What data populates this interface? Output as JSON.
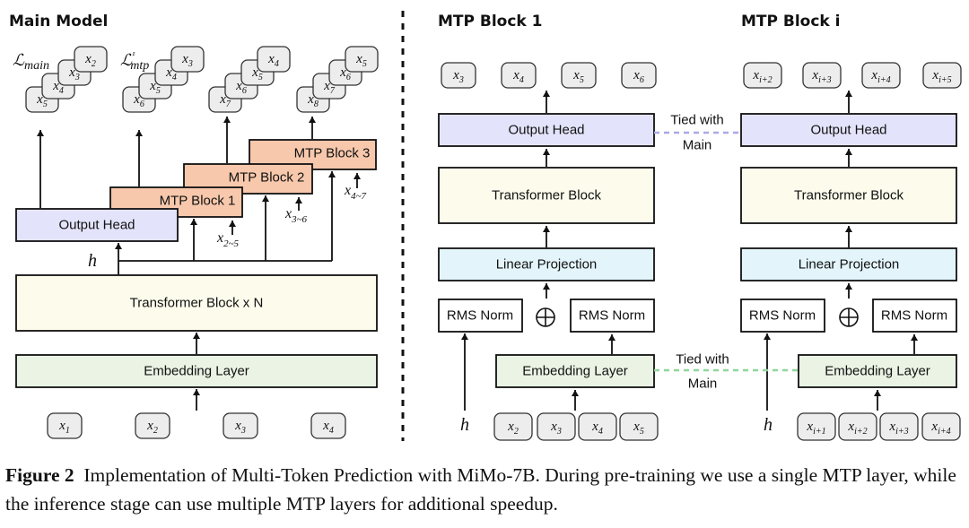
{
  "titles": {
    "main": "Main Model",
    "mtp1": "MTP Block 1",
    "mtpi": "MTP Block i"
  },
  "main_model": {
    "output_head": "Output Head",
    "transformer": "Transformer Block x N",
    "embedding": "Embedding Layer",
    "mtp_block_1": "MTP Block 1",
    "mtp_block_2": "MTP Block 2",
    "mtp_block_3": "MTP Block 3",
    "hidden": "h",
    "loss_main": "ℒmain",
    "loss_mtp": "ℒ¹mtp",
    "inputs": [
      "x1",
      "x2",
      "x3",
      "x4"
    ],
    "ranges": [
      "x2~5",
      "x3~6",
      "x4~7"
    ],
    "outputs": [
      [
        "x2",
        "x3",
        "x4",
        "x5"
      ],
      [
        "x3",
        "x4",
        "x5",
        "x6"
      ],
      [
        "x4",
        "x5",
        "x6",
        "x7"
      ],
      [
        "x5",
        "x6",
        "x7",
        "x8"
      ]
    ]
  },
  "mtp_block_1": {
    "outputs": [
      "x3",
      "x4",
      "x5",
      "x6"
    ],
    "output_head": "Output Head",
    "transformer": "Transformer Block",
    "linear": "Linear Projection",
    "rms_left": "RMS Norm",
    "rms_right": "RMS Norm",
    "embedding": "Embedding Layer",
    "hidden": "h",
    "inputs": [
      "x2",
      "x3",
      "x4",
      "x5"
    ]
  },
  "mtp_block_i": {
    "outputs": [
      "xi+2",
      "xi+3",
      "xi+4",
      "xi+5"
    ],
    "output_head": "Output Head",
    "transformer": "Transformer Block",
    "linear": "Linear Projection",
    "rms_left": "RMS Norm",
    "rms_right": "RMS Norm",
    "embedding": "Embedding Layer",
    "hidden": "h",
    "inputs": [
      "xi+1",
      "xi+2",
      "xi+3",
      "xi+4"
    ]
  },
  "tied": {
    "line1": "Tied with",
    "line2": "Main"
  },
  "caption": {
    "label": "Figure 2",
    "text": "Implementation of Multi-Token Prediction with MiMo-7B. During pre-training we use a single MTP layer, while the inference stage can use multiple MTP layers for additional speedup."
  },
  "colors": {
    "output_head": "#e3e3fb",
    "transformer": "#fdfbec",
    "embedding": "#eaf3e4",
    "linear": "#e3f5fb",
    "rms": "#ffffff",
    "mtp_block": "#f7c8ac",
    "tied_head": "#a9a9e6",
    "tied_emb": "#8fd69a"
  }
}
